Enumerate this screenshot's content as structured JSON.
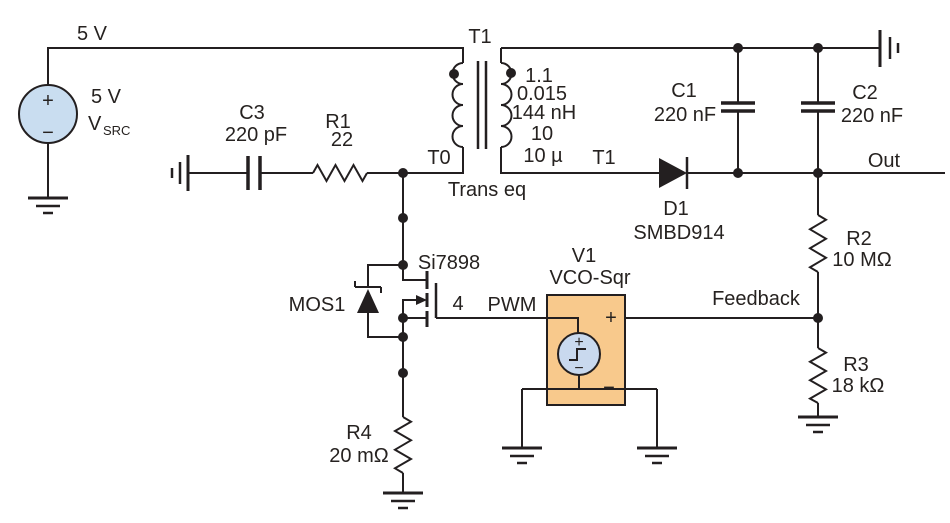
{
  "colors": {
    "wire": "#231f20",
    "text": "#262220",
    "source_fill": "#c9ddf0",
    "vco_box_fill": "#f8c98c",
    "vco_circle_fill": "#c9d9ee",
    "background": "#ffffff"
  },
  "schematic": {
    "supply": {
      "rail_label": "5 V",
      "value": "5 V",
      "name": "V",
      "name_sub": "SRC",
      "plus": "+",
      "minus": "−"
    },
    "c3": {
      "ref": "C3",
      "value": "220 pF"
    },
    "r1": {
      "ref": "R1",
      "value": "22"
    },
    "transformer": {
      "ref": "T1",
      "pin_primary": "T0",
      "pin_secondary": "T1",
      "model": "Trans eq",
      "params": [
        "1.1",
        "0.015",
        "144 nH",
        "10",
        "10 µ"
      ]
    },
    "c1": {
      "ref": "C1",
      "value": "220 nF"
    },
    "c2": {
      "ref": "C2",
      "value": "220 nF"
    },
    "d1": {
      "ref": "D1",
      "value": "SMBD914"
    },
    "r2": {
      "ref": "R2",
      "value": "10 MΩ"
    },
    "r3": {
      "ref": "R3",
      "value": "18 kΩ"
    },
    "r4": {
      "ref": "R4",
      "value": "20 mΩ"
    },
    "mosfet": {
      "ref": "MOS1",
      "model": "Si7898",
      "gate_node": "4"
    },
    "vco": {
      "ref": "V1",
      "model": "VCO-Sqr",
      "plus": "+",
      "minus": "−",
      "src_plus": "+",
      "src_minus": "−"
    },
    "nets": {
      "pwm": "PWM",
      "feedback": "Feedback",
      "out": "Out"
    }
  }
}
